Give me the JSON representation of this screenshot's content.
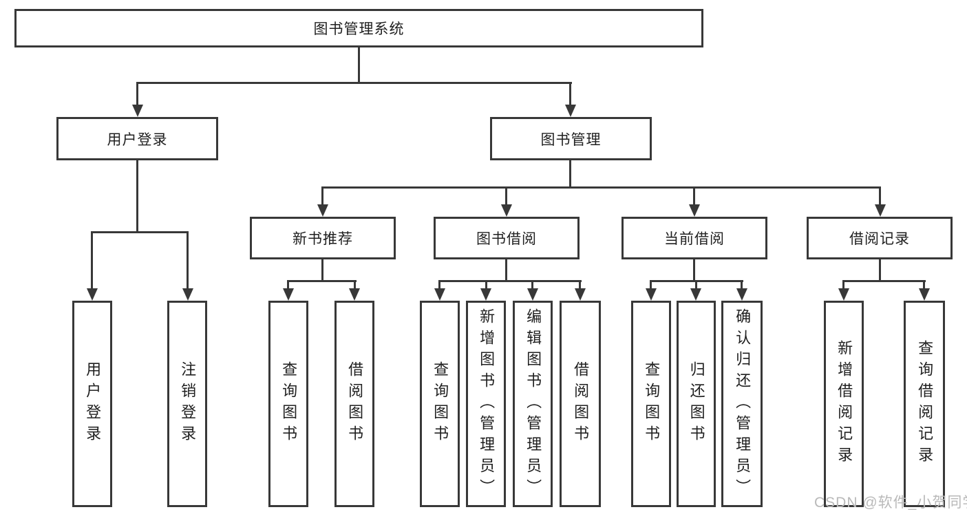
{
  "title": "图书管理系统",
  "watermark": "CSDN @软件_小贺同学",
  "colors": {
    "line": "#383838",
    "text": "#1f1f1f",
    "watermark": "#b9b9b9",
    "background": "#ffffff"
  },
  "branches": {
    "login": {
      "label": "用户登录",
      "children": [
        {
          "label": "用户登录"
        },
        {
          "label": "注销登录"
        }
      ]
    },
    "management": {
      "label": "图书管理",
      "children": [
        {
          "label": "新书推荐",
          "children": [
            {
              "label": "查询图书"
            },
            {
              "label": "借阅图书"
            }
          ]
        },
        {
          "label": "图书借阅",
          "children": [
            {
              "label": "查询图书"
            },
            {
              "label": "新增图书（管理员）"
            },
            {
              "label": "编辑图书（管理员）"
            },
            {
              "label": "借阅图书"
            }
          ]
        },
        {
          "label": "当前借阅",
          "children": [
            {
              "label": "查询图书"
            },
            {
              "label": "归还图书"
            },
            {
              "label": "确认归还（管理员）"
            }
          ]
        },
        {
          "label": "借阅记录",
          "children": [
            {
              "label": "新增借阅记录"
            },
            {
              "label": "查询借阅记录"
            }
          ]
        }
      ]
    }
  }
}
